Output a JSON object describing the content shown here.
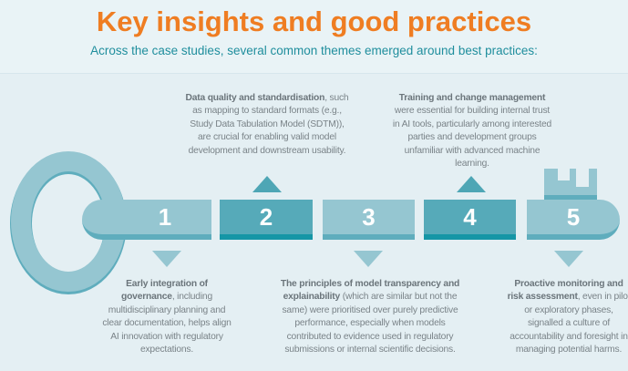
{
  "header": {
    "title": "Key insights and good practices",
    "subtitle": "Across the case studies, several common themes emerged around best practices:"
  },
  "steps": [
    {
      "number": "1",
      "bold": "Early integration of governance",
      "text": ", including multidisciplinary planning and clear documentation, helps align AI innovation with regulatory expectations."
    },
    {
      "number": "2",
      "bold": "Data quality and standardisation",
      "text": ", such as mapping to standard formats (e.g., Study Data Tabulation Model (SDTM)), are crucial for enabling valid model development and downstream usability."
    },
    {
      "number": "3",
      "bold": "The principles of model transparency and explainability",
      "text": " (which are similar but not the same) were prioritised over purely predictive performance, especially when models contributed to evidence used in regulatory submissions or internal scientific decisions."
    },
    {
      "number": "4",
      "bold": "Training and change management",
      "text": " were essential for building internal trust in AI tools, particularly among interested parties and development groups unfamiliar with advanced machine learning."
    },
    {
      "number": "5",
      "bold": "Proactive monitoring and risk assessment",
      "text": ", even in pilot or exploratory phases, signalled a culture of accountability and foresight in managing potential harms."
    }
  ],
  "colors": {
    "title": "#ef7d22",
    "subtitle": "#1f8e9d",
    "light": "#95c6d1",
    "dark": "#56aab9"
  }
}
